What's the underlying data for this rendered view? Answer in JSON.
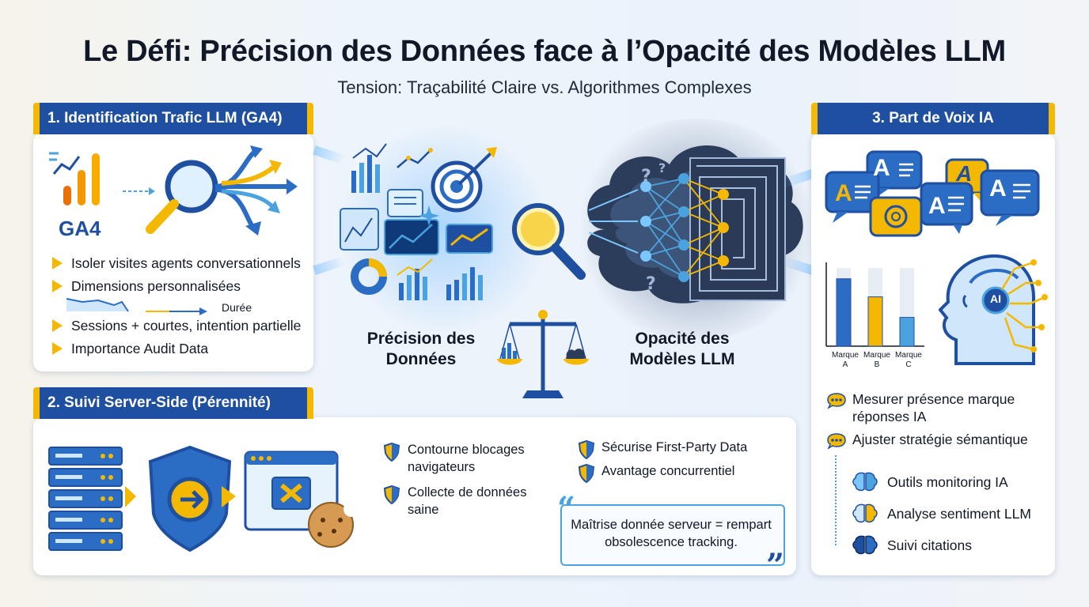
{
  "header": {
    "title": "Le Défi: Précision des Données face à l’Opacité des Modèles LLM",
    "subtitle": "Tension: Traçabilité Claire vs. Algorithmes Complexes"
  },
  "panel1": {
    "title": "1. Identification Trafic LLM (GA4)",
    "logo_text": "GA4",
    "bullets": [
      "Isoler visites agents conversationnels",
      "Dimensions personnalisées",
      "Sessions + courtes, intention partielle",
      "Importance Audit Data"
    ],
    "mini_chart_label": "Durée"
  },
  "panel2": {
    "title": "2. Suivi Server-Side (Pérennité)",
    "left_points": [
      "Contourne blocages navigateurs",
      "Collecte de données saine"
    ],
    "right_points": [
      "Sécurise First-Party Data",
      "Avantage concurrentiel"
    ],
    "quote": "Maîtrise donnée serveur = rempart obsolescence tracking."
  },
  "center": {
    "left_label": "Précision des Données",
    "right_label": "Opacité des Modèles LLM"
  },
  "panel3": {
    "title": "3. Part de Voix IA",
    "bubble_letters": "A",
    "ai_label": "AI",
    "chart_categories": [
      "Marque A",
      "Marque B",
      "Marque C"
    ],
    "points": [
      "Mesurer présence marque réponses IA",
      "Ajuster stratégie sémantique"
    ],
    "tools": [
      "Outils monitoring IA",
      "Analyse sentiment LLM",
      "Suivi citations"
    ]
  },
  "colors": {
    "primary": "#1f4fa0",
    "accent": "#f5b800",
    "light_blue": "#4aa3df",
    "dark": "#111827"
  },
  "chart_data": {
    "type": "bar",
    "categories": [
      "Marque A",
      "Marque B",
      "Marque C"
    ],
    "values": [
      82,
      60,
      35
    ],
    "ylim": [
      0,
      100
    ]
  }
}
